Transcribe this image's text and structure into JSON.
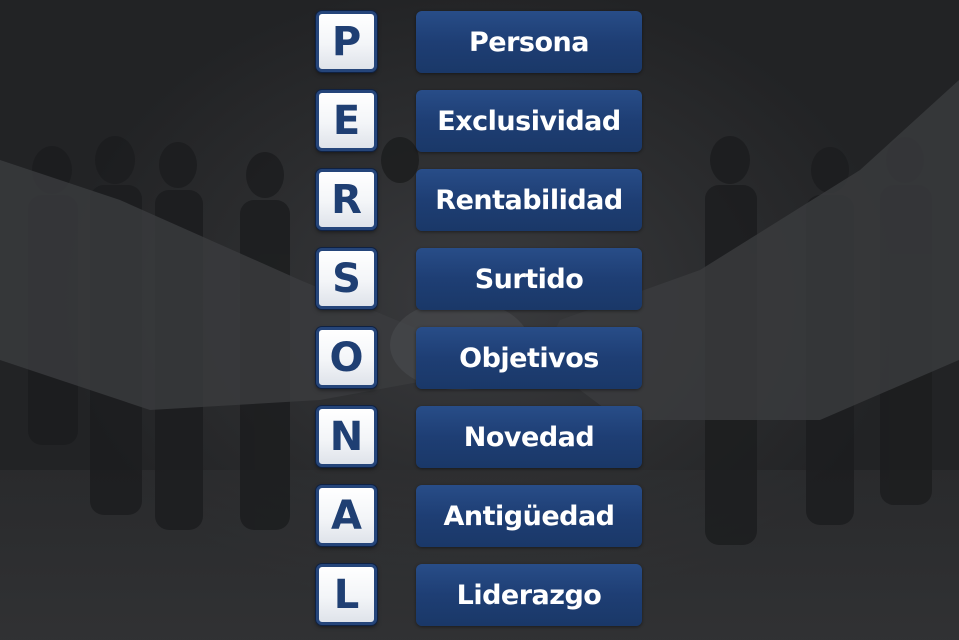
{
  "acronym": {
    "rows": [
      {
        "letter": "P",
        "word": "Persona"
      },
      {
        "letter": "E",
        "word": "Exclusividad"
      },
      {
        "letter": "R",
        "word": "Rentabilidad"
      },
      {
        "letter": "S",
        "word": "Surtido"
      },
      {
        "letter": "O",
        "word": "Objetivos"
      },
      {
        "letter": "N",
        "word": "Novedad"
      },
      {
        "letter": "A",
        "word": "Antigüedad"
      },
      {
        "letter": "L",
        "word": "Liderazgo"
      }
    ]
  },
  "colors": {
    "tile_border": "#25457a",
    "tile_letter": "#1f3f73",
    "label_bg": "#1e3e74",
    "label_text": "#ffffff",
    "background": "#2a2b2d"
  }
}
